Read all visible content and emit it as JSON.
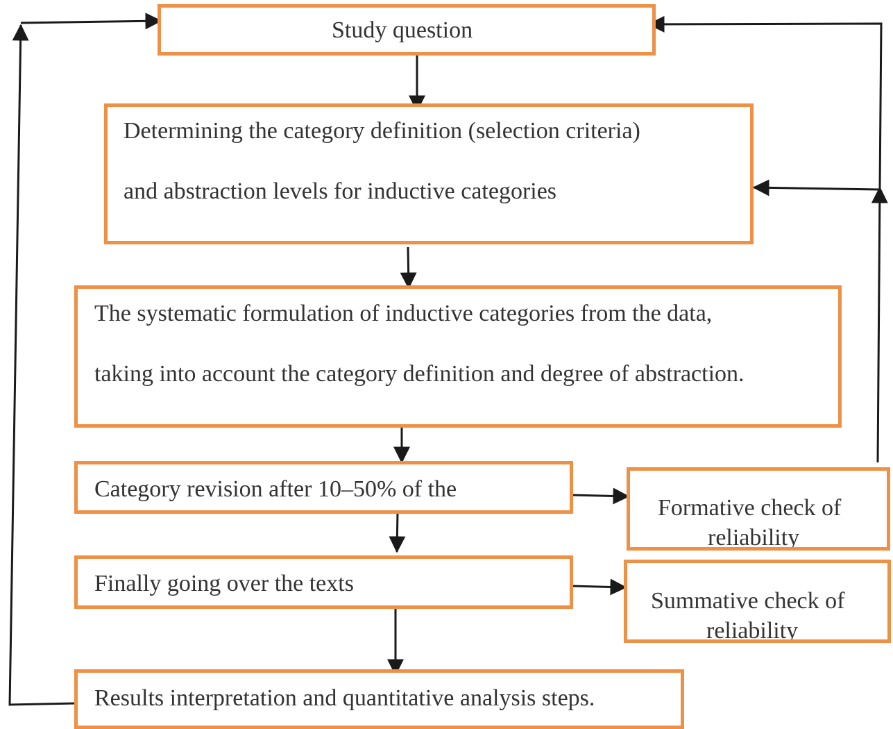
{
  "diagram": {
    "study_question": "Study question",
    "category_definition": {
      "line1": "Determining the category definition (selection criteria)",
      "line2": "and abstraction levels for inductive categories"
    },
    "formulation": {
      "line1": "The systematic formulation of inductive categories from the data,",
      "line2": "taking into account the category definition and degree of abstraction."
    },
    "revision": "Category revision after 10–50% of the",
    "final_pass": "Finally going over the texts",
    "results": "Results interpretation and quantitative analysis steps.",
    "formative": {
      "line1": "Formative check of",
      "line2": "reliability"
    },
    "summative": {
      "line1": "Summative check of",
      "line2": "reliability"
    }
  },
  "colors": {
    "box_border": "#ee9146",
    "arrow": "#1a1a1a",
    "text": "#333333"
  }
}
